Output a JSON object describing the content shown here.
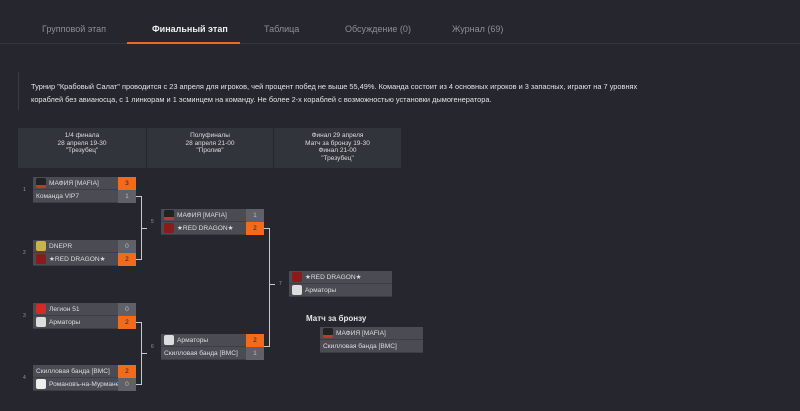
{
  "tabs": [
    {
      "label": "Групповой этап"
    },
    {
      "label": "Финальный этап"
    },
    {
      "label": "Таблица"
    },
    {
      "label": "Обсуждение (0)"
    },
    {
      "label": "Журнал (69)"
    }
  ],
  "description": "Турнир \"Крабовый Салат\" проводится с 23 апреля для игроков, чей процент побед не выше 55,49%.  Команда состоит из 4 основных игроков и 3 запасных, играют на 7 уровнях кораблей без авианосца, с 1 линкорам и 1 эсминцем на команду. Не более 2-х кораблей с возможностью установки дымогенератора.",
  "rounds": [
    {
      "l1": "1/4 финала",
      "l2": "28 апреля 19-30",
      "l3": "\"Трезубец\"",
      "l4": ""
    },
    {
      "l1": "Полуфиналы",
      "l2": "28 апреля 21-00",
      "l3": "\"Пролив\"",
      "l4": ""
    },
    {
      "l1": "Финал 29 апреля",
      "l2": "Матч за бронзу 19-30",
      "l3": "Финал 21-00",
      "l4": "\"Трезубец\""
    }
  ],
  "matches": [
    {
      "num": "1",
      "t1": "МАФИЯ [MAFIA]",
      "s1": "3",
      "t2": "Команда VIP7",
      "s2": "1"
    },
    {
      "num": "2",
      "t1": "DNEPR",
      "s1": "0",
      "t2": "★RED DRAGON★",
      "s2": "2"
    },
    {
      "num": "3",
      "t1": "Легион 51",
      "s1": "0",
      "t2": "Арматоры",
      "s2": "2"
    },
    {
      "num": "4",
      "t1": "Скилловая банда [BMC]",
      "s1": "2",
      "t2": "Романовъ-на-Мурмане",
      "s2": "0"
    },
    {
      "num": "5",
      "t1": "МАФИЯ [MAFIA]",
      "s1": "1",
      "t2": "★RED DRAGON★",
      "s2": "2"
    },
    {
      "num": "6",
      "t1": "Арматоры",
      "s1": "2",
      "t2": "Скилловая банда [BMC]",
      "s2": "1"
    },
    {
      "num": "7",
      "t1": "★RED DRAGON★",
      "t2": "Арматоры"
    },
    {
      "t1": "МАФИЯ [MAFIA]",
      "t2": "Скилловая банда [BMC]"
    }
  ],
  "bronze_title": "Матч за бронзу",
  "colors": {
    "accent": "#f26b1d",
    "bg": "#25262e"
  }
}
